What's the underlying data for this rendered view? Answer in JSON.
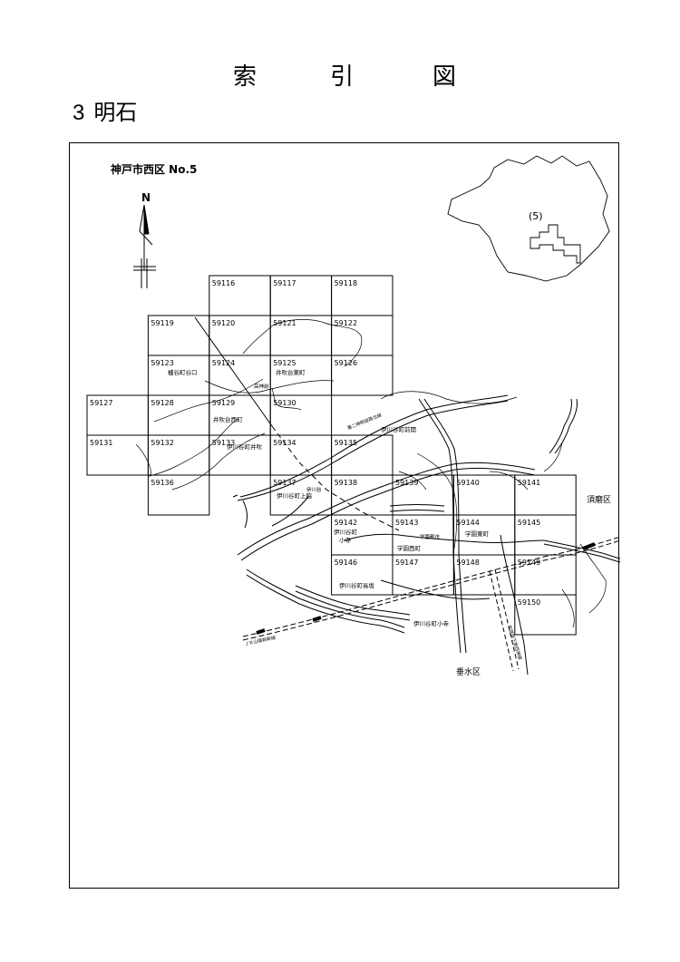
{
  "page_title": [
    "索",
    "引",
    "図"
  ],
  "section": {
    "number": "3",
    "name": "明石"
  },
  "map": {
    "title": "神戸市西区 No.5",
    "north_label": "N",
    "inset_label": "(5)",
    "tiles": [
      "59116",
      "59117",
      "59118",
      "59119",
      "59120",
      "59121",
      "59122",
      "59123",
      "59124",
      "59125",
      "59126",
      "59127",
      "59128",
      "59129",
      "59130",
      "59131",
      "59132",
      "59133",
      "59134",
      "59135",
      "59136",
      "59137",
      "59138",
      "59139",
      "59140",
      "59141",
      "59142",
      "59143",
      "59144",
      "59145",
      "59146",
      "59147",
      "59148",
      "59149",
      "59150"
    ],
    "place_labels": {
      "kushitani_taniguchi": "櫨谷町谷口",
      "ibukidai_higashi": "井吹台東町",
      "hokotsuna": "高神前",
      "ibukidai_nishi": "井吹台西町",
      "ikawadani_ibuki": "伊川谷町井吹",
      "ikawadani_zenkai": "伊川谷町前開",
      "ikawadani_kamisawa": "伊川谷町上脇",
      "ikawadani_station": "伊川谷",
      "ikawadani_kodera_a": "伊川谷町",
      "ikawadani_kodera_b": "小寺",
      "gakuen_toshi": "学園都市",
      "gakuen_higashi": "学園東町",
      "gakuen_nishi": "学園西町",
      "ikawadani_nagasaka": "伊川谷町長坂",
      "ikawadani_kodera": "伊川谷町小寺",
      "suma_ku": "須磨区",
      "tarumi_ku": "垂水区",
      "road_daini_shinmei": "第二神明道路北線",
      "jr_sanyo_shinkansen": "ＪＲ山陽新幹線",
      "subway_seishin": "市営地下鉄西神線"
    }
  }
}
